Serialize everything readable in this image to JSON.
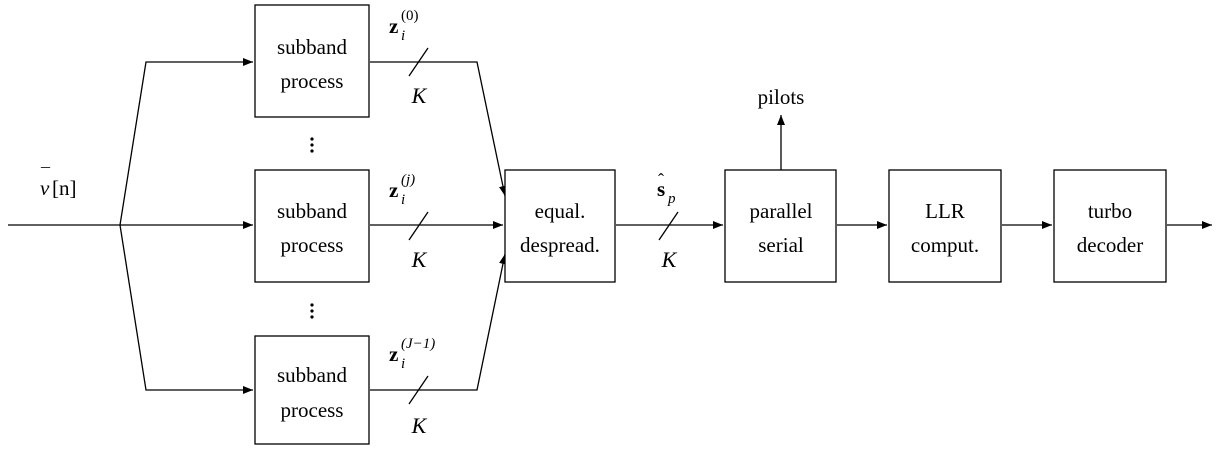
{
  "blocks": {
    "subband_top": {
      "line1": "subband",
      "line2": "process"
    },
    "subband_mid": {
      "line1": "subband",
      "line2": "process"
    },
    "subband_bot": {
      "line1": "subband",
      "line2": "process"
    },
    "equalizer": {
      "line1": "equal.",
      "line2": "despread."
    },
    "parallel_serial": {
      "line1": "parallel",
      "line2": "serial"
    },
    "llr": {
      "line1": "LLR",
      "line2": "comput."
    },
    "turbo": {
      "line1": "turbo",
      "line2": "decoder"
    }
  },
  "labels": {
    "input": {
      "v": "v",
      "bar": "¯",
      "index": "[n]"
    },
    "z_top": {
      "base": "z",
      "sub": "i",
      "sup": "(0)"
    },
    "z_mid": {
      "base": "z",
      "sub": "i",
      "sup": "(j)"
    },
    "z_bot": {
      "base": "z",
      "sub": "i",
      "sup": "(J−1)"
    },
    "s_hat": {
      "base": "s",
      "hat": "ˆ",
      "sub": "p"
    },
    "bus_width": "K",
    "pilots": "pilots"
  }
}
